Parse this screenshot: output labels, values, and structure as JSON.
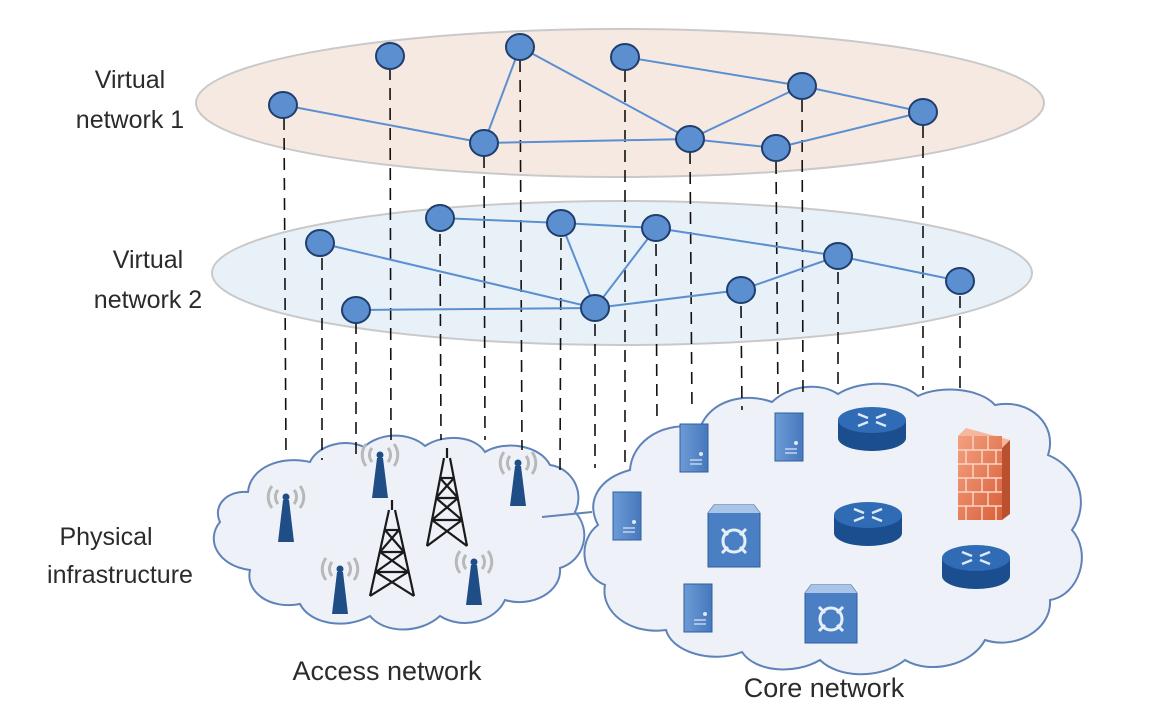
{
  "labels": {
    "virtual_network_1": [
      "Virtual",
      "network 1"
    ],
    "virtual_network_2": [
      "Virtual",
      "network 2"
    ],
    "physical_infrastructure": [
      "Physical",
      "infrastructure"
    ],
    "access_network": "Access network",
    "core_network": "Core network"
  },
  "colors": {
    "vn1_fill": "#f6e9e2",
    "vn2_fill": "#e9f1f8",
    "plane_stroke": "#c9c9c9",
    "node_fill": "#5b8fd0",
    "node_stroke": "#1f3e6e",
    "link": "#5b8fd0",
    "cloud_fill": "#eef2f8",
    "cloud_stroke": "#5f83b8",
    "device_blue": "#3f77bd",
    "router_blue": "#1f5fa6",
    "firewall": "#e8825e",
    "tower": "#1a1a1a",
    "antenna": "#1f4d86"
  },
  "icons": [
    "antenna-icon",
    "cell-tower-icon",
    "server-icon",
    "switch-icon",
    "router-icon",
    "firewall-icon"
  ]
}
